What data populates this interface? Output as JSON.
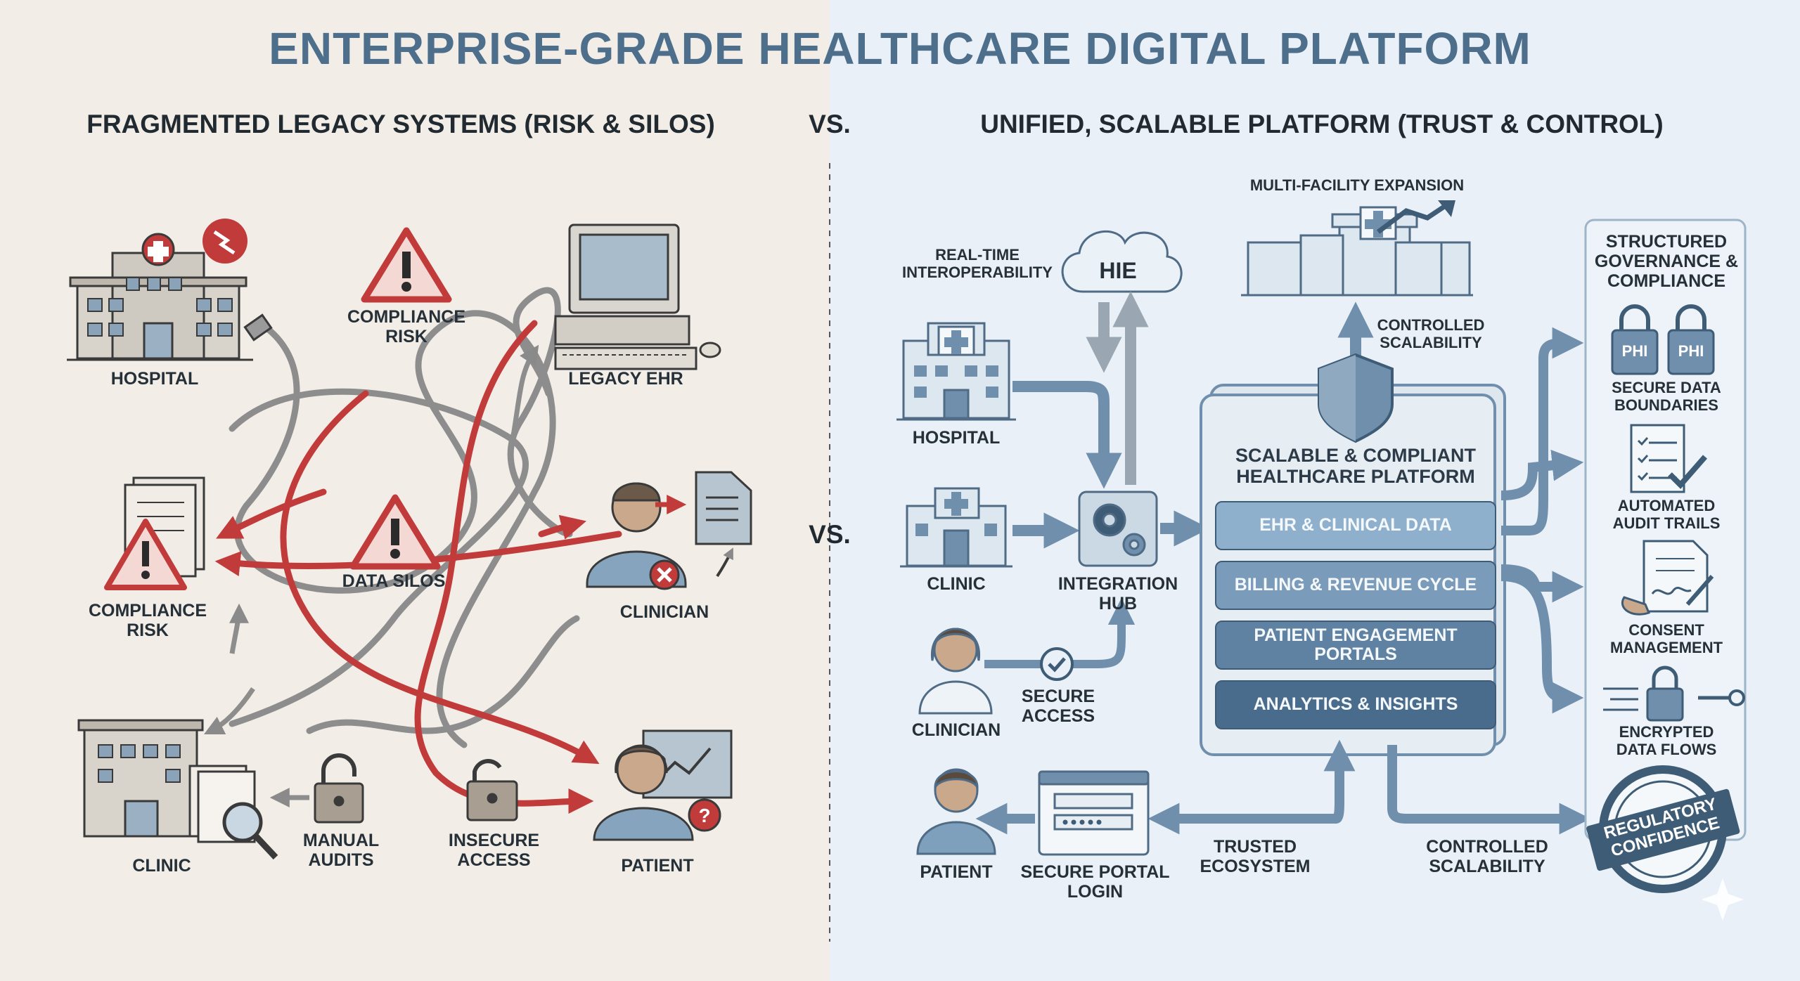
{
  "title": "ENTERPRISE-GRADE HEALTHCARE DIGITAL PLATFORM",
  "left_heading": "FRAGMENTED LEGACY SYSTEMS (RISK & SILOS)",
  "vs_top": "VS.",
  "vs_mid": "VS.",
  "right_heading": "UNIFIED, SCALABLE PLATFORM (TRUST & CONTROL)",
  "legacy": {
    "hospital": "HOSPITAL",
    "compliance_risk_top": "COMPLIANCE\nRISK",
    "legacy_ehr": "LEGACY EHR",
    "compliance_risk_left": "COMPLIANCE\nRISK",
    "data_silos": "DATA SILOS",
    "clinician": "CLINICIAN",
    "clinic": "CLINIC",
    "manual_audits": "MANUAL\nAUDITS",
    "insecure_access": "INSECURE\nACCESS",
    "patient": "PATIENT"
  },
  "platform": {
    "realtime": "REAL-TIME\nINTEROPERABILITY",
    "hie": "HIE",
    "multi_facility": "MULTI-FACILITY EXPANSION",
    "controlled_scalability_top": "CONTROLLED\nSCALABILITY",
    "hospital": "HOSPITAL",
    "clinic": "CLINIC",
    "integration_hub": "INTEGRATION\nHUB",
    "clinician": "CLINICIAN",
    "secure_access": "SECURE\nACCESS",
    "patient": "PATIENT",
    "secure_portal_login": "SECURE PORTAL\nLOGIN",
    "trusted_ecosystem": "TRUSTED\nECOSYSTEM",
    "controlled_scalability_bottom": "CONTROLLED\nSCALABILITY",
    "core_title": "SCALABLE & COMPLIANT\nHEALTHCARE PLATFORM",
    "modules": [
      "EHR & CLINICAL DATA",
      "BILLING & REVENUE CYCLE",
      "PATIENT ENGAGEMENT\nPORTALS",
      "ANALYTICS & INSIGHTS"
    ]
  },
  "governance": {
    "title": "STRUCTURED\nGOVERNANCE &\nCOMPLIANCE",
    "phi": "PHI",
    "items": [
      "SECURE DATA\nBOUNDARIES",
      "AUTOMATED\nAUDIT TRAILS",
      "CONSENT\nMANAGEMENT",
      "ENCRYPTED\nDATA FLOWS"
    ],
    "stamp": "REGULATORY\nCONFIDENCE"
  },
  "colors": {
    "title": "#4d6f8b",
    "risk_red": "#c23b3b",
    "platform_blue": "#6f8fad",
    "dark_blue": "#3e5c76",
    "left_bg": "#f2eee7",
    "right_bg": "#e9f0f7"
  }
}
